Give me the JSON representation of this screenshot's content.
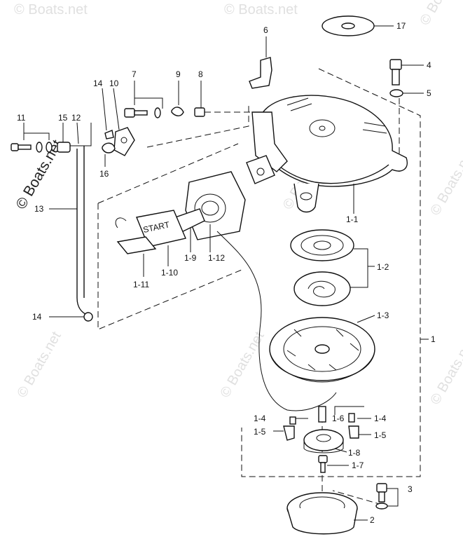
{
  "watermark": {
    "main": "© Boats.net",
    "faint": "© Boats.net"
  },
  "labels": [
    {
      "id": "17",
      "text": "17"
    },
    {
      "id": "6",
      "text": "6"
    },
    {
      "id": "4",
      "text": "4"
    },
    {
      "id": "5",
      "text": "5"
    },
    {
      "id": "7",
      "text": "7"
    },
    {
      "id": "9",
      "text": "9"
    },
    {
      "id": "8",
      "text": "8"
    },
    {
      "id": "14a",
      "text": "14"
    },
    {
      "id": "10",
      "text": "10"
    },
    {
      "id": "11",
      "text": "11"
    },
    {
      "id": "15",
      "text": "15"
    },
    {
      "id": "12",
      "text": "12"
    },
    {
      "id": "16",
      "text": "16"
    },
    {
      "id": "13",
      "text": "13"
    },
    {
      "id": "1-1",
      "text": "1-1"
    },
    {
      "id": "1-12",
      "text": "1-12"
    },
    {
      "id": "1-9",
      "text": "1-9"
    },
    {
      "id": "1-10",
      "text": "1-10"
    },
    {
      "id": "1-11",
      "text": "1-11"
    },
    {
      "id": "1-2",
      "text": "1-2"
    },
    {
      "id": "1-3",
      "text": "1-3"
    },
    {
      "id": "1",
      "text": "1"
    },
    {
      "id": "14b",
      "text": "14"
    },
    {
      "id": "1-4a",
      "text": "1-4"
    },
    {
      "id": "1-6",
      "text": "1-6"
    },
    {
      "id": "1-4b",
      "text": "1-4"
    },
    {
      "id": "1-5a",
      "text": "1-5"
    },
    {
      "id": "1-5b",
      "text": "1-5"
    },
    {
      "id": "1-8",
      "text": "1-8"
    },
    {
      "id": "1-7",
      "text": "1-7"
    },
    {
      "id": "3",
      "text": "3"
    },
    {
      "id": "2",
      "text": "2"
    }
  ],
  "handle_text": "START"
}
